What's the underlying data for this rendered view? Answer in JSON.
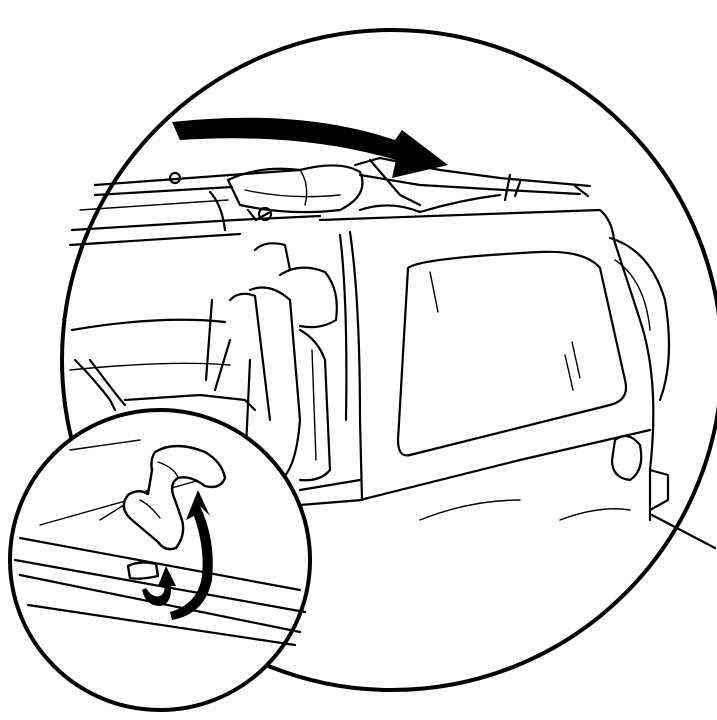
{
  "colors": {
    "ink": "#000000",
    "paper": "#ffffff"
  },
  "illustration": {
    "main_view": "soft-top-folding-toward-rear-with-direction-arrow",
    "detail_view": "latch-release-with-curved-arrows",
    "icons": [
      "fold-direction-arrow",
      "latch-rotate-arrow",
      "latch-lift-arrow"
    ]
  }
}
